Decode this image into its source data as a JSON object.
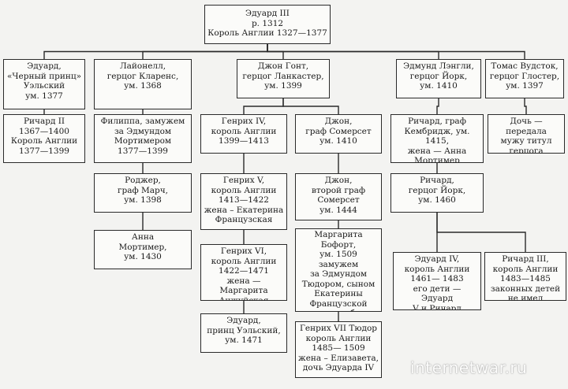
{
  "nodes": [
    {
      "id": "edward3",
      "text": "Эдуард III\nр. 1312\nКороль Англии 1327—1377"
    },
    {
      "id": "black_prince",
      "text": "Эдуард,\n«Черный принц»\nУэльский\nум. 1377"
    },
    {
      "id": "lionel",
      "text": "Лайонелл,\nгерцог Кларенс,\nум. 1368"
    },
    {
      "id": "john_gaunt",
      "text": "Джон Гонт,\nгерцог Ланкастер,\nум. 1399"
    },
    {
      "id": "edmund",
      "text": "Эдмунд Лэнгли,\nгерцог Йорк,\nум. 1410"
    },
    {
      "id": "thomas",
      "text": "Томас Вудсток,\nгерцог Глостер,\nум. 1397"
    },
    {
      "id": "richard2",
      "text": "Ричард II\n1367—1400\nКороль Англии\n1377—1399"
    },
    {
      "id": "philippa",
      "text": "Филиппа, замужем\nза Эдмундом\nМортимером\n1377—1399"
    },
    {
      "id": "roger",
      "text": "Роджер,\nграф Марч,\nум. 1398"
    },
    {
      "id": "anne",
      "text": "Анна\nМортимер,\nум. 1430"
    },
    {
      "id": "henry4",
      "text": "Генрих IV,\nкороль Англии\n1399—1413"
    },
    {
      "id": "john_somerset",
      "text": "Джон,\nграф Сомерсет\nум. 1410"
    },
    {
      "id": "henry5",
      "text": "Генрих V,\nкороль Англии\n1413—1422\nжена – Екатерина\nФранцузская"
    },
    {
      "id": "john_somerset2",
      "text": "Джон,\nвторой граф\nСомерсет\nум. 1444"
    },
    {
      "id": "henry6",
      "text": "Генрих VI,\nкороль Англии\n1422—1471\nжена — Маргарита\nАнжуйская"
    },
    {
      "id": "margaret",
      "text": "Маргарита Бофорт,\nум. 1509\nзамужем\nза Эдмундом\nТюдором, сыном\nЕкатерины\nФранцузской\nот второго брака"
    },
    {
      "id": "edward_wales",
      "text": "Эдуард,\nпринц Уэльский,\nум. 1471"
    },
    {
      "id": "henry7",
      "text": "Генрих VII Тюдор\nкороль Англии\n1485— 1509\nжена – Елизавета,\nдочь Эдуарда IV"
    },
    {
      "id": "richard_cambridge",
      "text": "Ричард, граф\nКембридж, ум. 1415,\nжена — Анна\nМортимер"
    },
    {
      "id": "richard_york",
      "text": "Ричард,\nгерцог Йорк,\nум. 1460"
    },
    {
      "id": "edward4",
      "text": "Эдуард IV,\nкороль Англии\n1461— 1483\nего дети — Эдуард\nV и Ричард погибли\nв Тауэре"
    },
    {
      "id": "richard3",
      "text": "Ричард III,\nкороль Англии\n1483—1485\nзаконных детей\nне имел"
    },
    {
      "id": "daughter",
      "text": "Дочь — передала\nмужу титул\nгерцога Бэкингем"
    }
  ],
  "edges": [
    [
      "edward3",
      "black_prince"
    ],
    [
      "edward3",
      "lionel"
    ],
    [
      "edward3",
      "john_gaunt"
    ],
    [
      "edward3",
      "edmund"
    ],
    [
      "edward3",
      "thomas"
    ],
    [
      "black_prince",
      "richard2"
    ],
    [
      "lionel",
      "philippa"
    ],
    [
      "philippa",
      "roger"
    ],
    [
      "roger",
      "anne"
    ],
    [
      "john_gaunt",
      "henry4"
    ],
    [
      "john_gaunt",
      "john_somerset"
    ],
    [
      "henry4",
      "henry5"
    ],
    [
      "henry5",
      "henry6"
    ],
    [
      "henry6",
      "edward_wales"
    ],
    [
      "john_somerset",
      "john_somerset2"
    ],
    [
      "john_somerset2",
      "margaret"
    ],
    [
      "margaret",
      "henry7"
    ],
    [
      "edmund",
      "richard_cambridge"
    ],
    [
      "richard_cambridge",
      "richard_york"
    ],
    [
      "richard_york",
      "edward4"
    ],
    [
      "richard_york",
      "richard3"
    ],
    [
      "thomas",
      "daughter"
    ]
  ],
  "watermark": "internetwar.ru"
}
